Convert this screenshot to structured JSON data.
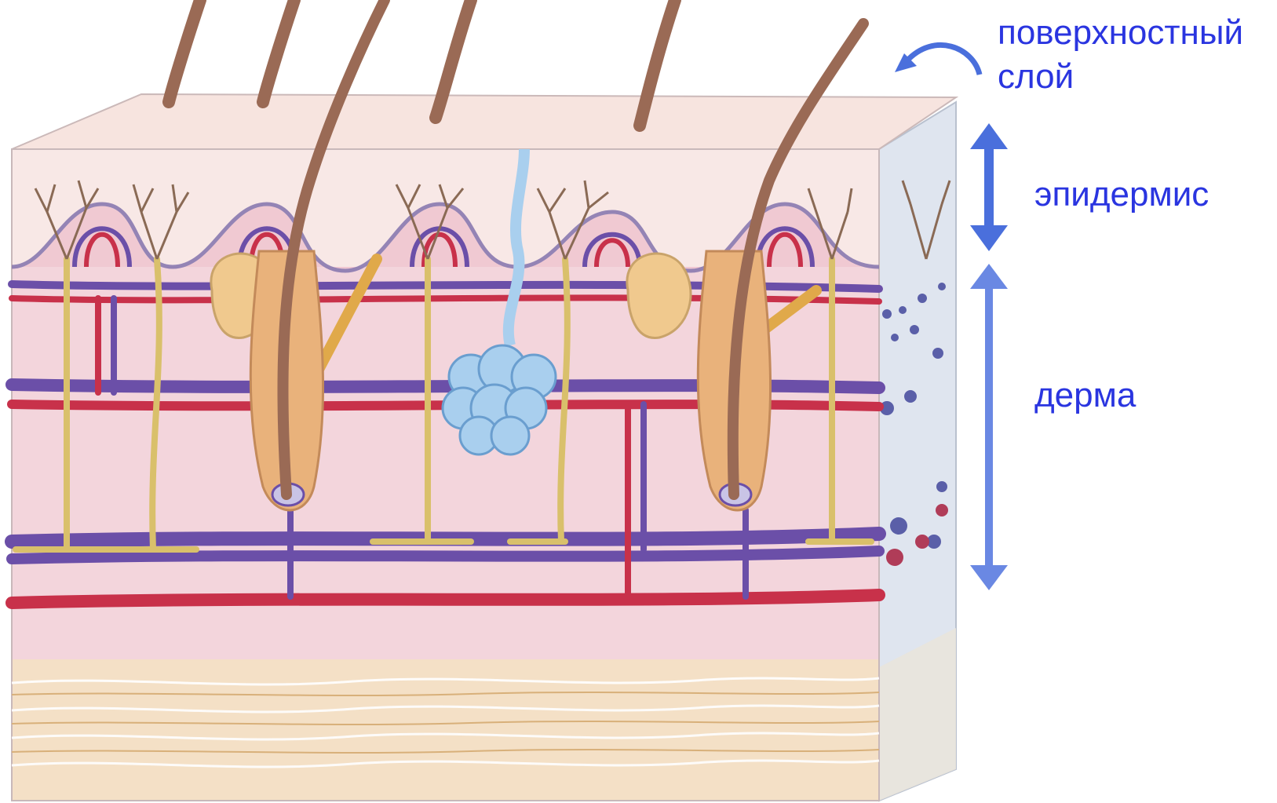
{
  "labels": {
    "surface_line1": "поверхностный",
    "surface_line2": "слой",
    "epidermis": "эпидермис",
    "dermis": "дерма"
  },
  "colors": {
    "label_text": "#2a35e0",
    "arrow": "#4a6fdc",
    "skin_surface": "#f6e3df",
    "epidermis": "#f7e6e4",
    "dermis": "#f2d3da",
    "hypodermis": "#f3dcc0",
    "side_face": "#dde3ee",
    "artery": "#c8314a",
    "vein": "#6b4fa8",
    "nerve": "#d9c06b",
    "sweat_gland": "#a9cfee",
    "hair": "#9a6a55",
    "sebaceous_gland": "#f0c98e"
  },
  "icons": {
    "surface_arrow": "curved-arrow-icon",
    "epidermis_arrow": "double-arrow-icon",
    "dermis_arrow": "double-arrow-icon"
  }
}
